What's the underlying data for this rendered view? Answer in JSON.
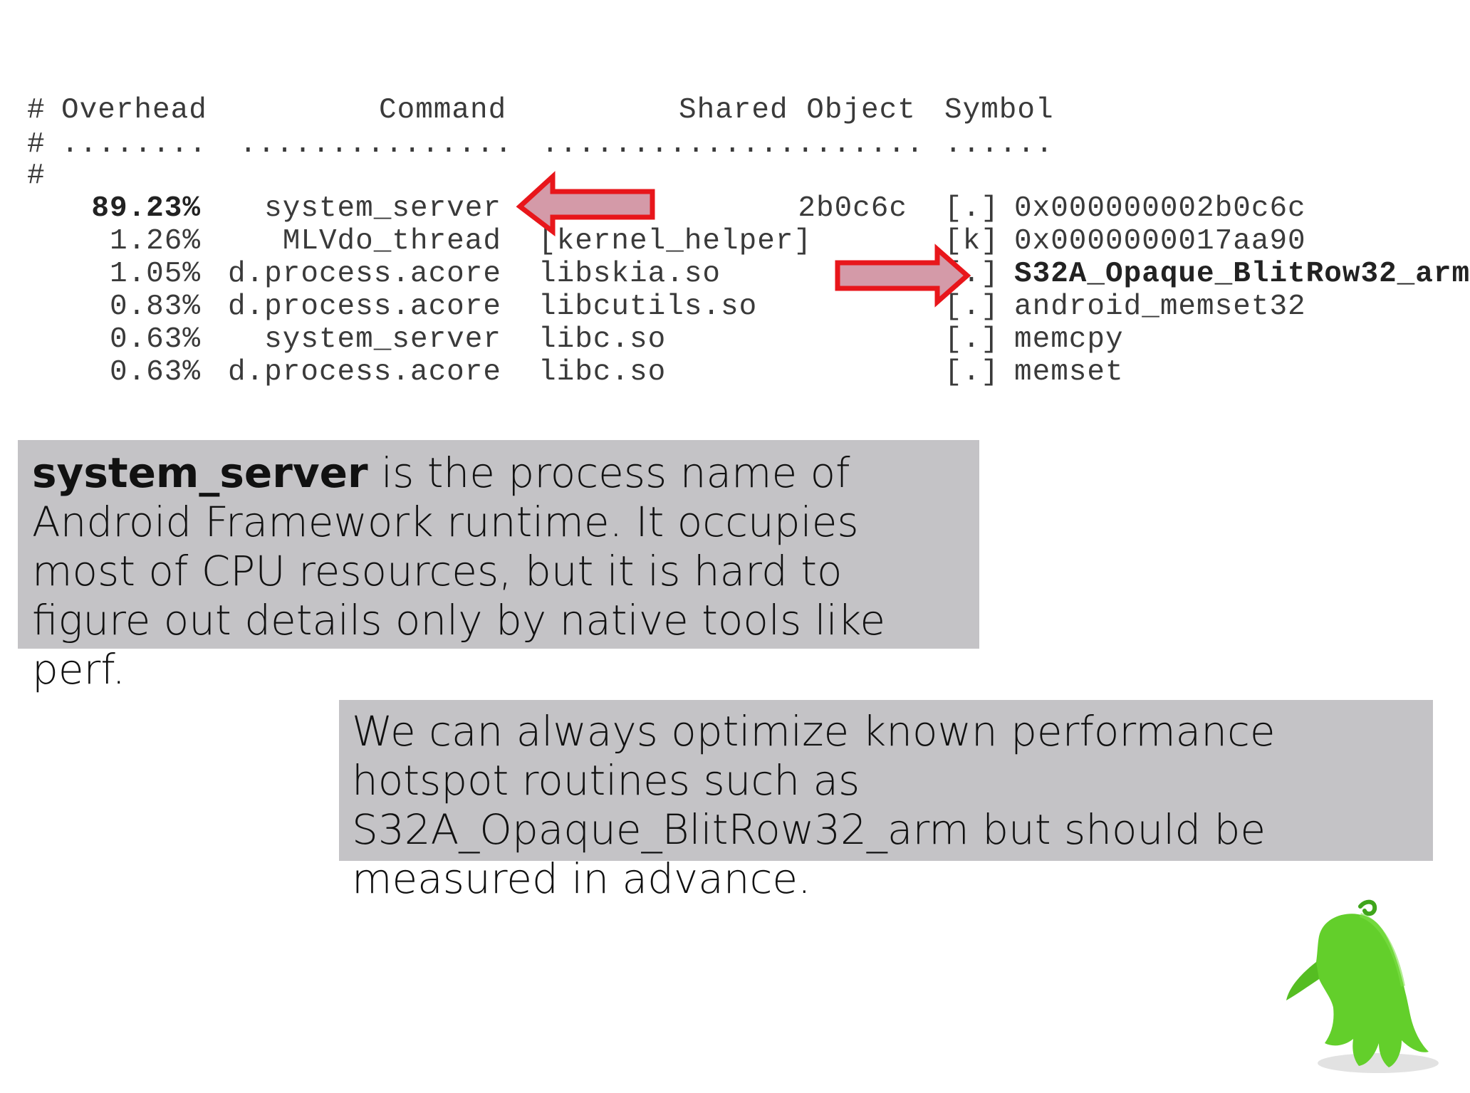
{
  "table": {
    "header": {
      "hash": "#",
      "overhead": "Overhead",
      "command": "Command",
      "shared_object": "Shared Object",
      "symbol": "Symbol"
    },
    "dots": {
      "hash": "#",
      "overhead": "........",
      "command": "...............",
      "shared_object": ".....................",
      "symbol": "......"
    },
    "blank_hash": "#",
    "rows": [
      {
        "overhead": "89.23%",
        "command": "system_server",
        "shared_object": "2b0c6c",
        "mode": "[.]",
        "symbol": "0x000000002b0c6c"
      },
      {
        "overhead": "1.26%",
        "command": "MLVdo_thread",
        "shared_object": "[kernel_helper]",
        "mode": "[k]",
        "symbol": "0x0000000017aa90"
      },
      {
        "overhead": "1.05%",
        "command": "d.process.acore",
        "shared_object": "libskia.so",
        "mode": "[.]",
        "symbol": "S32A_Opaque_BlitRow32_arm"
      },
      {
        "overhead": "0.83%",
        "command": "d.process.acore",
        "shared_object": "libcutils.so",
        "mode": "[.]",
        "symbol": "android_memset32"
      },
      {
        "overhead": "0.63%",
        "command": "system_server",
        "shared_object": "libc.so",
        "mode": "[.]",
        "symbol": "memcpy"
      },
      {
        "overhead": "0.63%",
        "command": "d.process.acore",
        "shared_object": "libc.so",
        "mode": "[.]",
        "symbol": "memset"
      }
    ]
  },
  "callout1": {
    "term": "system_server",
    "text": " is the process name of Android Framework runtime.  It occupies most of CPU resources, but it is hard to figure out details only by native tools like perf."
  },
  "callout2": {
    "text": "We can always optimize known performance hotspot routines such as S32A_Opaque_BlitRow32_arm but should be measured in advance."
  },
  "colors": {
    "arrow_fill": "#d49aa8",
    "arrow_stroke": "#e8161b",
    "callout_bg": "#c4c3c6",
    "mascot_green": "#63cf2b"
  },
  "icons": {
    "mascot": "green-android-mascot-icon"
  }
}
